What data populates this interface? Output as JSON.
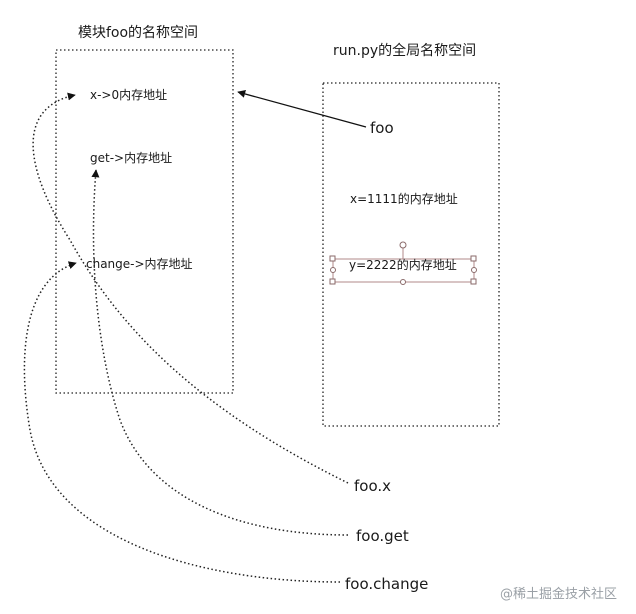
{
  "module_namespace": {
    "title": "模块foo的名称空间",
    "entries": [
      "x->0内存地址",
      "get->内存地址",
      "change->内存地址"
    ]
  },
  "global_namespace": {
    "title": "run.py的全局名称空间",
    "entries": [
      "x=1111的内存地址",
      "y=2222的内存地址"
    ]
  },
  "references": {
    "foo": "foo",
    "foo_x": "foo.x",
    "foo_get": "foo.get",
    "foo_change": "foo.change"
  },
  "watermark": "@稀土掘金技术社区"
}
